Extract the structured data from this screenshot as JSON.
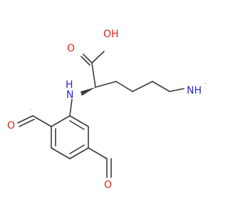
{
  "molecule": {
    "atoms": {
      "acid_o_double": "O",
      "acid_oh": "OH",
      "amine_n": "N",
      "amine_h": "H",
      "terminal_n": "NH",
      "terminal_radical": "˙",
      "aldehyde_left_o": "O",
      "aldehyde_left_radical": "˙",
      "aldehyde_right_o": "O",
      "aldehyde_right_radical": "˙"
    },
    "colors": {
      "carbon_bond": "#3a3a3a",
      "oxygen": "#e8231d",
      "nitrogen": "#2a2ad8"
    }
  }
}
